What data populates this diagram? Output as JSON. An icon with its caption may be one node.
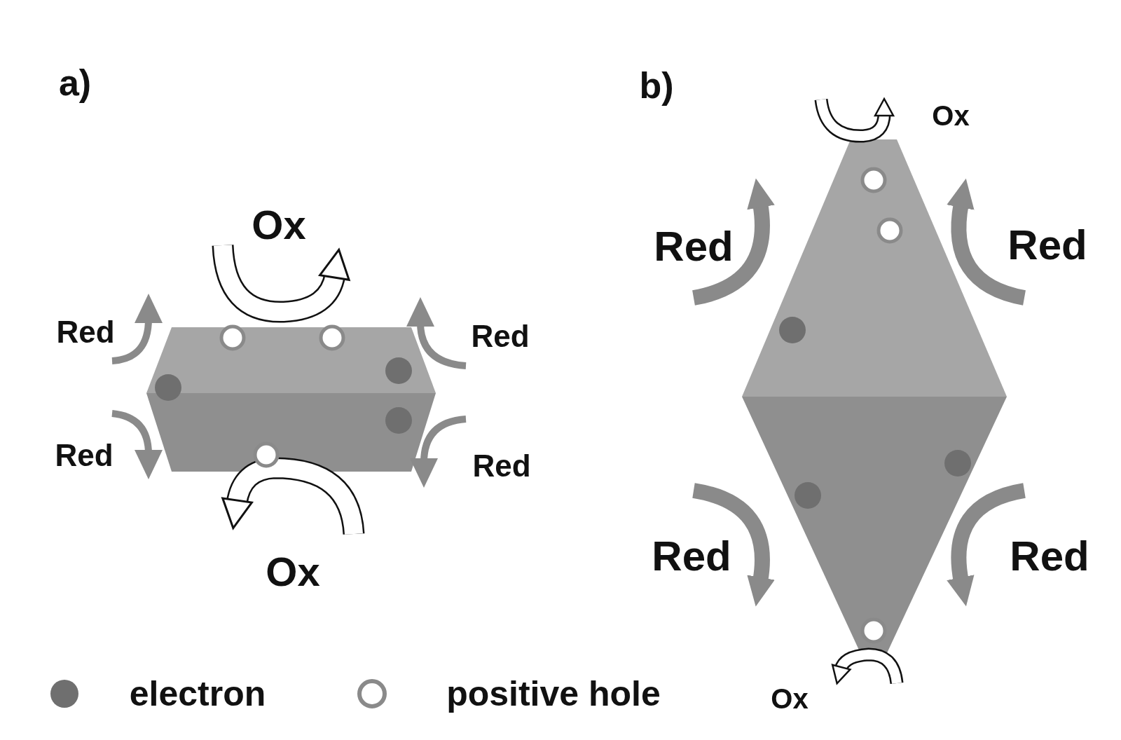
{
  "diagram": {
    "labels": [
      "a)",
      "Ox",
      "Red",
      "Red",
      "Red",
      "Red",
      "Ox",
      "b)",
      "Ox",
      "Red",
      "Red",
      "Red",
      "Red",
      "Ox"
    ],
    "legend": [
      {
        "text": "electron",
        "color": "#6f6f6f"
      },
      {
        "text": "positive hole"
      }
    ]
  }
}
